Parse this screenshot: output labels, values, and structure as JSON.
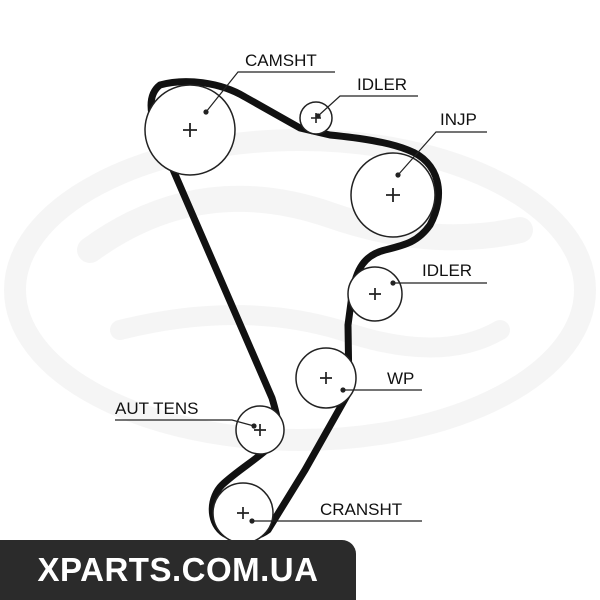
{
  "labels": {
    "camshaft": "CAMSHT",
    "idler_top": "IDLER",
    "injection_pump": "INJP",
    "idler_mid": "IDLER",
    "water_pump": "WP",
    "auto_tensioner": "AUT TENS",
    "crankshaft": "CRANSHT"
  },
  "watermark": "XPARTS.COM.UA",
  "colors": {
    "belt": "#111111",
    "pulley_stroke": "#222222",
    "background_logo": "#eeeeee",
    "watermark_bg": "#2b2b2b",
    "watermark_text": "#ffffff"
  }
}
